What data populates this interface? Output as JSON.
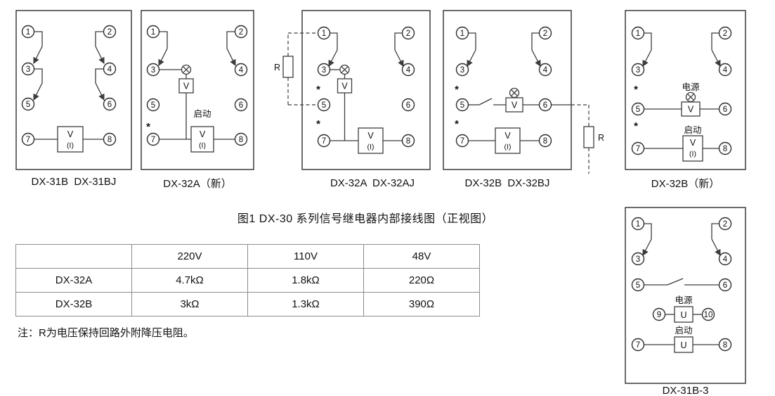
{
  "symbols": {
    "terminals": [
      "1",
      "2",
      "3",
      "4",
      "5",
      "6",
      "7",
      "8",
      "9",
      "10"
    ],
    "voltmeter": "V",
    "current_coil": "(I)",
    "voltage_coil_u": "U",
    "start_label": "启动",
    "power_label": "电源",
    "resistor_label": "R",
    "star": "*"
  },
  "diagram_labels": {
    "d1": "DX-31B  DX-31BJ",
    "d2": "DX-32A（新）",
    "d3": "DX-32A  DX-32AJ",
    "d4": "DX-32B  DX-32BJ",
    "d5": "DX-32B（新）",
    "d6": "DX-31B-3"
  },
  "caption": "图1 DX-30 系列信号继电器内部接线图（正视图）",
  "table": {
    "col_headers": [
      "220V",
      "110V",
      "48V"
    ],
    "rows": [
      {
        "name": "DX-32A",
        "values": [
          "4.7kΩ",
          "1.8kΩ",
          "220Ω"
        ]
      },
      {
        "name": "DX-32B",
        "values": [
          "3kΩ",
          "1.3kΩ",
          "390Ω"
        ]
      }
    ]
  },
  "note": "注：R为电压保持回路外附降压电阻。"
}
